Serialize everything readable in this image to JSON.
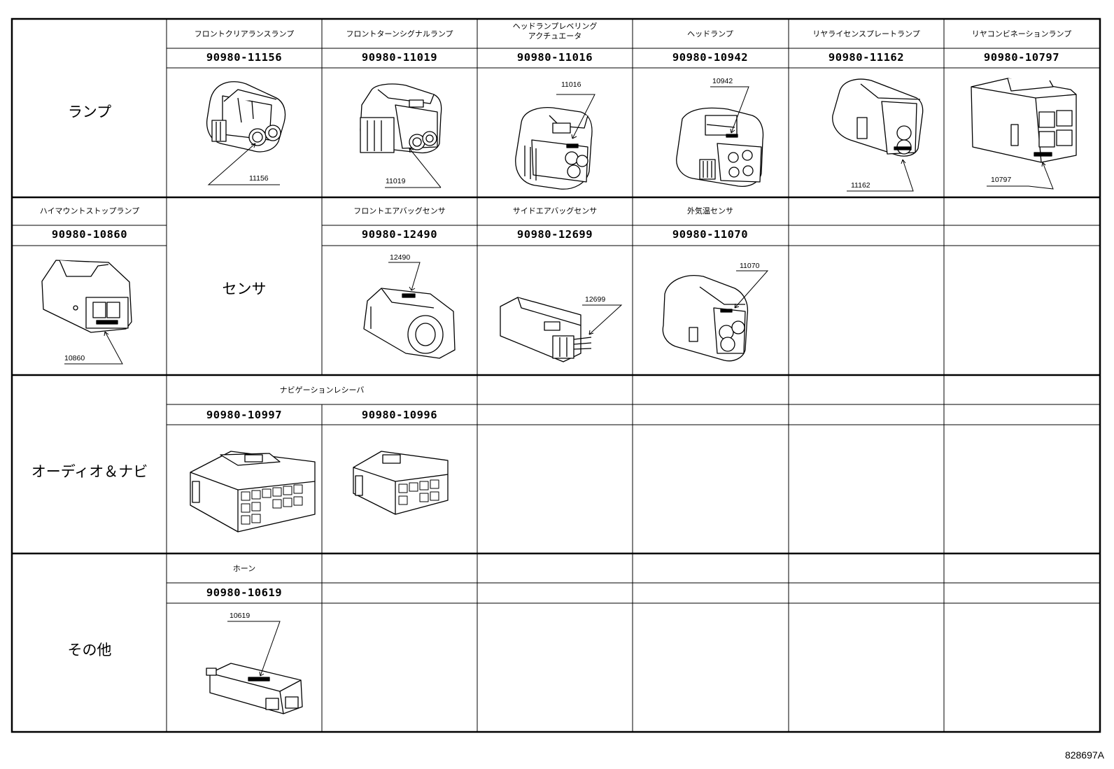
{
  "figure_id": "828697A",
  "sections": [
    {
      "category": "ランプ",
      "connectors": [
        {
          "name": "フロントクリアランスランプ",
          "part_number": "90980-11156",
          "callout": "11156"
        },
        {
          "name": "フロントターンシグナルランプ",
          "part_number": "90980-11019",
          "callout": "11019"
        },
        {
          "name": "ヘッドランプレベリング\nアクチュエータ",
          "part_number": "90980-11016",
          "callout": "11016"
        },
        {
          "name": "ヘッドランプ",
          "part_number": "90980-10942",
          "callout": "10942"
        },
        {
          "name": "リヤライセンスプレートランプ",
          "part_number": "90980-11162",
          "callout": "11162"
        },
        {
          "name": "リヤコンビネーションランプ",
          "part_number": "90980-10797",
          "callout": "10797"
        }
      ]
    },
    {
      "first": {
        "name": "ハイマウントストップランプ",
        "part_number": "90980-10860",
        "callout": "10860"
      },
      "category": "センサ",
      "connectors": [
        {
          "name": "フロントエアバッグセンサ",
          "part_number": "90980-12490",
          "callout": "12490"
        },
        {
          "name": "サイドエアバッグセンサ",
          "part_number": "90980-12699",
          "callout": "12699"
        },
        {
          "name": "外気温センサ",
          "part_number": "90980-11070",
          "callout": "11070"
        }
      ]
    },
    {
      "category": "オーディオ＆ナビ",
      "group_name": "ナビゲーションレシーバ",
      "connectors": [
        {
          "part_number": "90980-10997"
        },
        {
          "part_number": "90980-10996"
        }
      ]
    },
    {
      "category": "その他",
      "connectors": [
        {
          "name": "ホーン",
          "part_number": "90980-10619",
          "callout": "10619"
        }
      ]
    }
  ]
}
